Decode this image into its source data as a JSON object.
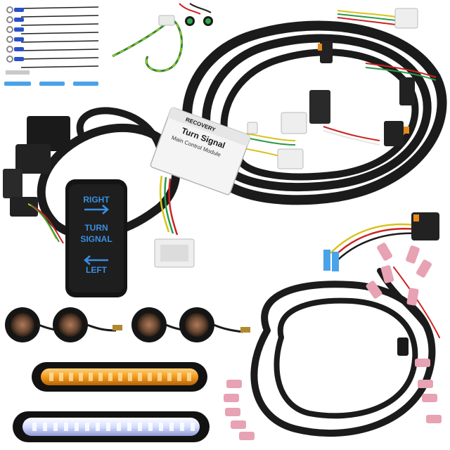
{
  "switch": {
    "top_label": "RIGHT",
    "middle_label_1": "TURN",
    "middle_label_2": "SIGNAL",
    "bottom_label": "LEFT"
  },
  "module": {
    "brand": "RECOVERY",
    "line1": "Turn Signal",
    "line2": "Main Control Module"
  },
  "colors": {
    "cable": "#1b1b1b",
    "amber_led": "#f2a12a",
    "white_led": "#dfe6ff",
    "switch_glow": "#3a8fe0"
  }
}
